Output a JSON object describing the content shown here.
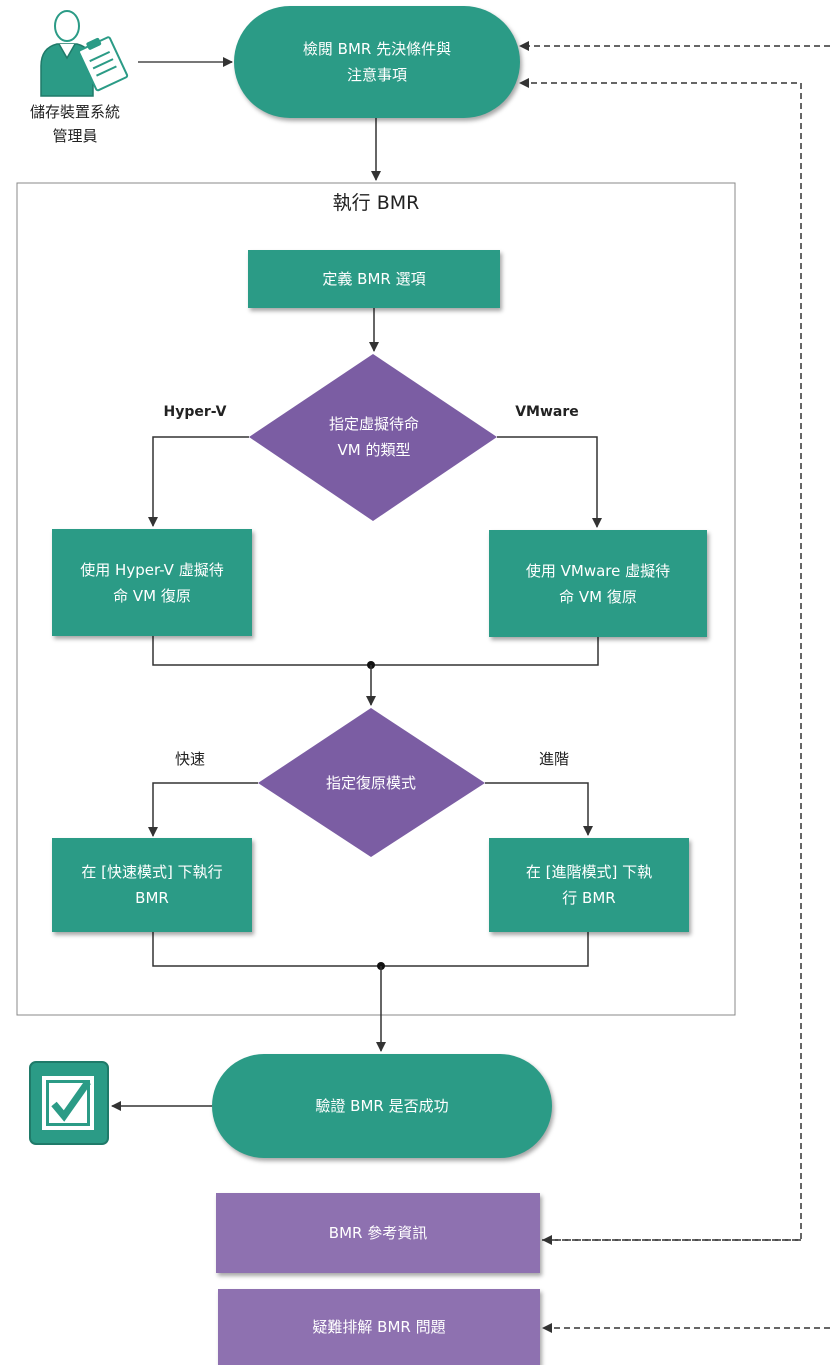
{
  "actor": {
    "label_line1": "儲存裝置系統",
    "label_line2": "管理員",
    "icon": "administrator-clipboard-icon"
  },
  "nodes": {
    "review": {
      "line1": "檢閱 BMR 先決條件與",
      "line2": "注意事項"
    },
    "group_title": "執行 BMR",
    "define": "定義 BMR 選項",
    "vm_type": {
      "line1": "指定虛擬待命",
      "line2": "VM 的類型"
    },
    "hyperv_restore": {
      "line1": "使用 Hyper-V 虛擬待",
      "line2": "命 VM 復原"
    },
    "vmware_restore": {
      "line1": "使用 VMware 虛擬待",
      "line2": "命 VM 復原"
    },
    "restore_mode": "指定復原模式",
    "express": {
      "line1": "在 [快速模式] 下執行",
      "line2": "BMR"
    },
    "advanced": {
      "line1": "在 [進階模式] 下執",
      "line2": "行 BMR"
    },
    "verify": "驗證 BMR 是否成功",
    "reference": "BMR 參考資訊",
    "troubleshoot": "疑難排解 BMR 問題"
  },
  "branch_labels": {
    "hyperv": "Hyper-V",
    "vmware": "VMware",
    "express": "快速",
    "advanced": "進階"
  },
  "colors": {
    "teal": "#2b9b86",
    "purple_diamond": "#7b5da3",
    "purple_box": "#8e71b0",
    "line": "#333333"
  },
  "success_icon": "checkmark-icon"
}
